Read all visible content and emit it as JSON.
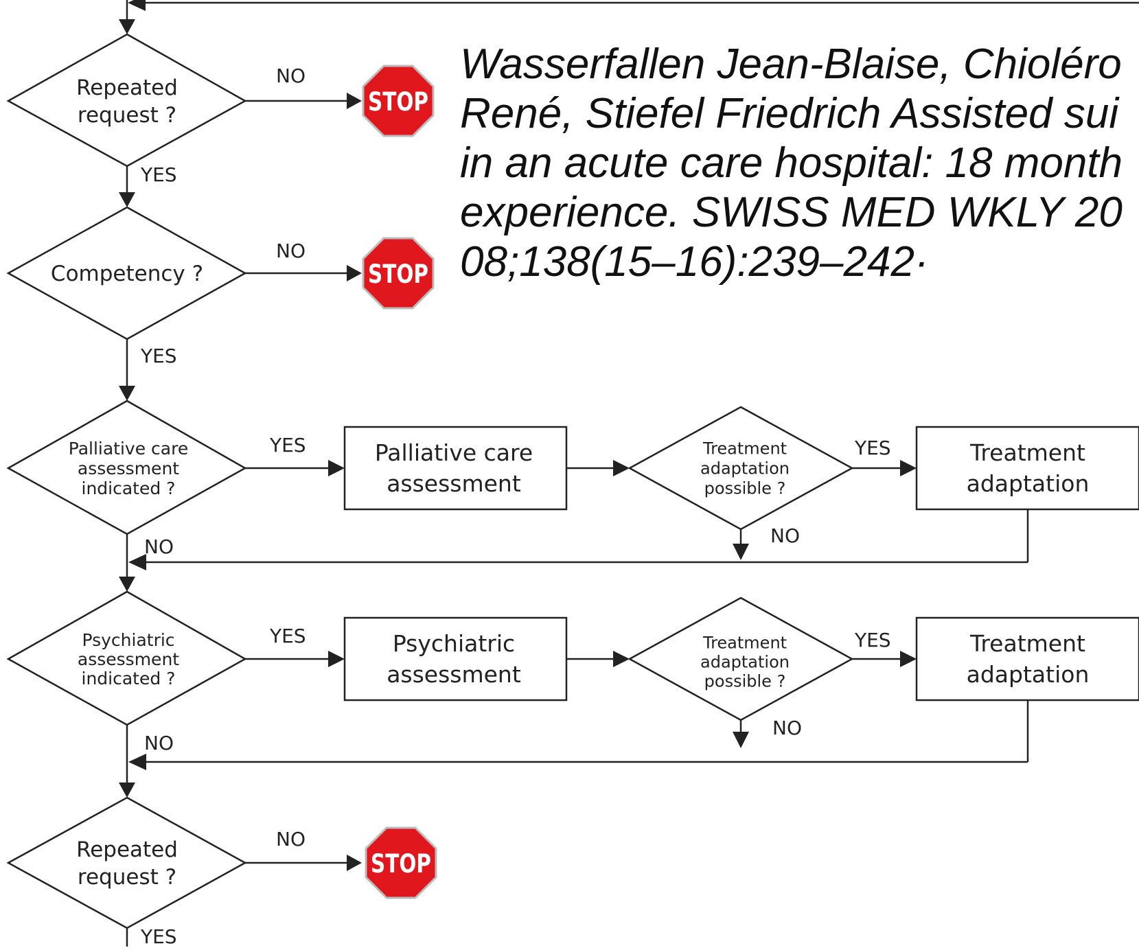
{
  "citation": {
    "lines": [
      "Wasserfallen Jean-Blaise, Chioléro",
      "René, Stiefel Friedrich Assisted sui",
      "in an acute care hospital: 18 month",
      "experience. SWISS MED WKLY 20",
      "08;138(15–16):239–242·"
    ]
  },
  "flowchart": {
    "decisions": {
      "repeated_request_1": [
        "Repeated",
        "request ?"
      ],
      "competency": [
        "Competency ?"
      ],
      "palliative_indicated": [
        "Palliative care",
        "assessment",
        "indicated ?"
      ],
      "treatment_possible_1": [
        "Treatment",
        "adaptation",
        "possible ?"
      ],
      "psychiatric_indicated": [
        "Psychiatric",
        "assessment",
        "indicated ?"
      ],
      "treatment_possible_2": [
        "Treatment",
        "adaptation",
        "possible ?"
      ],
      "repeated_request_2": [
        "Repeated",
        "request ?"
      ]
    },
    "processes": {
      "palliative_assessment": [
        "Palliative care",
        "assessment"
      ],
      "treatment_adaptation_1": [
        "Treatment",
        "adaptation"
      ],
      "psychiatric_assessment": [
        "Psychiatric",
        "assessment"
      ],
      "treatment_adaptation_2": [
        "Treatment",
        "adaptation"
      ]
    },
    "stop_sign_text": "STOP",
    "edge_labels": {
      "yes": "YES",
      "no": "NO"
    },
    "colors": {
      "stop_fill": "#e1171e",
      "line": "#222222"
    }
  }
}
